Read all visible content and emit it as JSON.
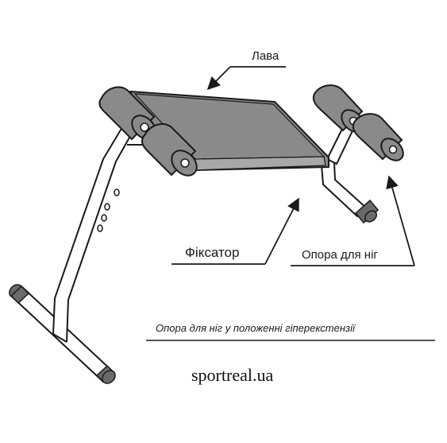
{
  "labels": {
    "bench": "Лава",
    "lock": "Фіксатор",
    "leg_support": "Опора для ніг",
    "caption": "Опора для ніг у положенні гіперекстензії",
    "website": "sportreal.ua"
  },
  "colors": {
    "line": "#1a1a1a",
    "pad": "#8a8a8a",
    "pad_light": "#a8a8a8",
    "foot_cap": "#6a6a6a",
    "background": "#ffffff"
  }
}
